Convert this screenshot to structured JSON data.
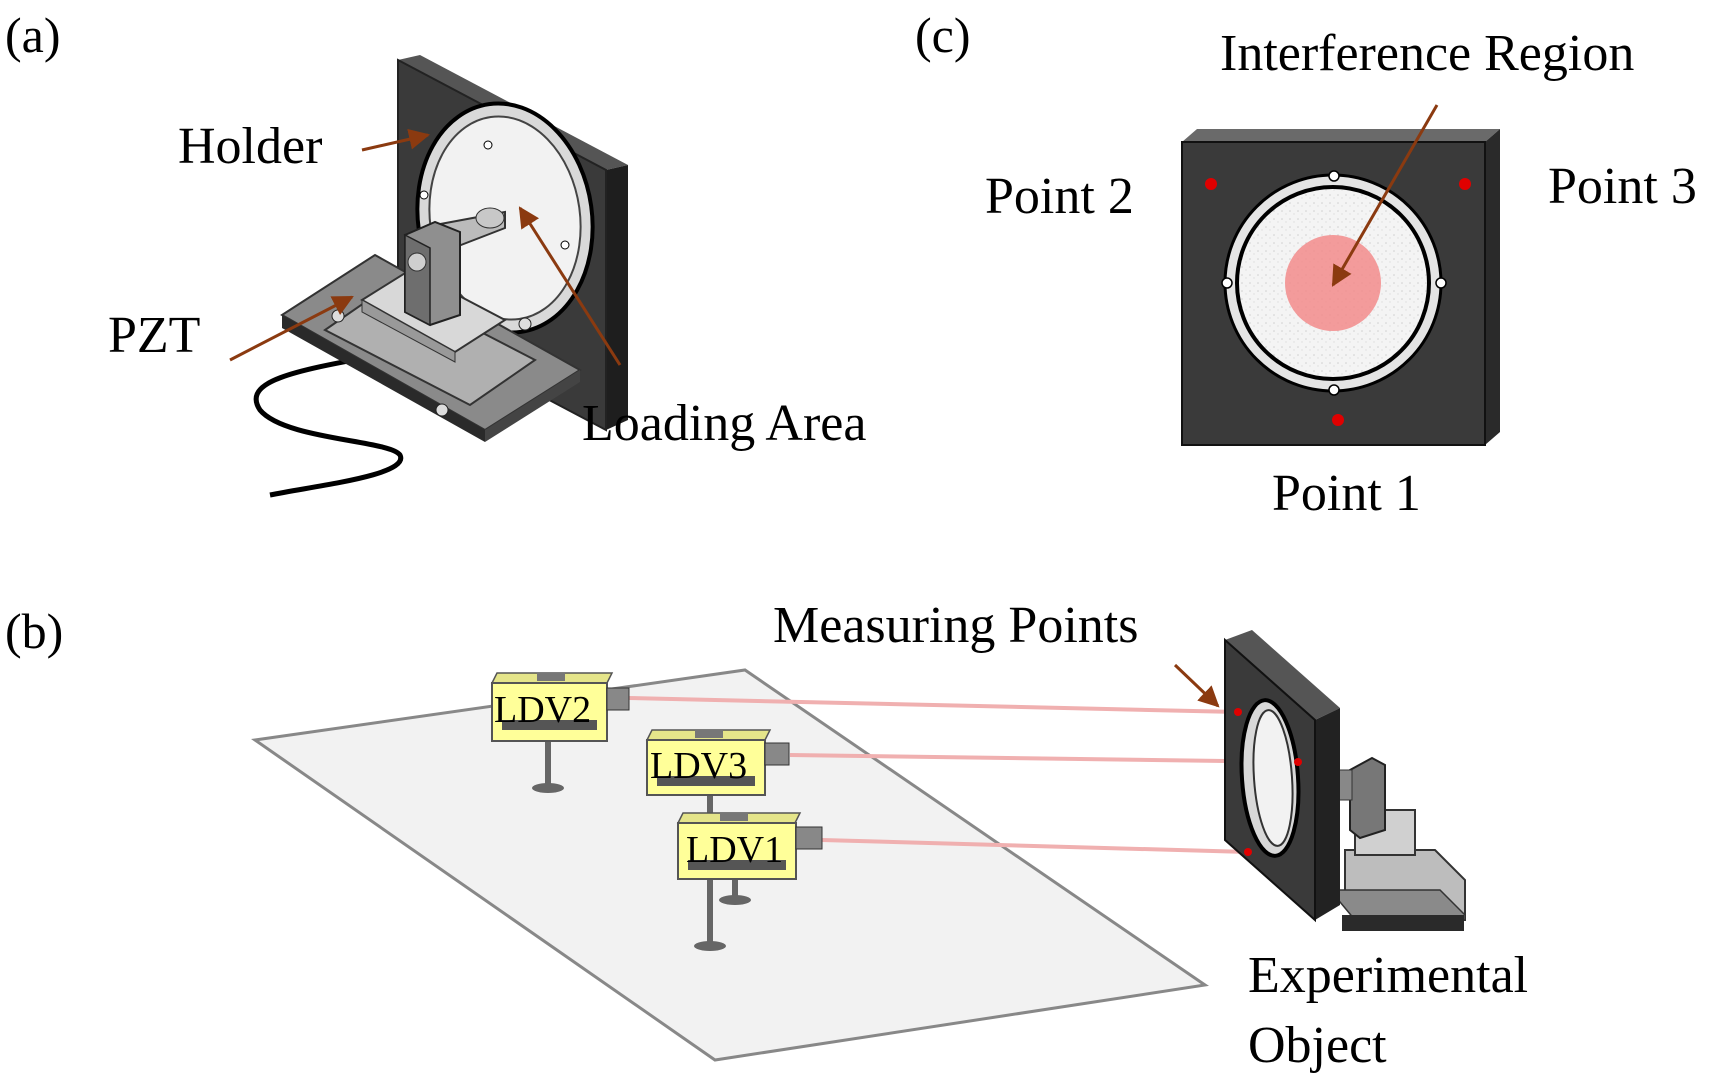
{
  "panels": {
    "a": "(a)",
    "b": "(b)",
    "c": "(c)"
  },
  "panel_a": {
    "holder": "Holder",
    "pzt": "PZT",
    "loading_area": "Loading Area"
  },
  "panel_b": {
    "measuring_points": "Measuring Points",
    "experimental_object_line1": "Experimental",
    "experimental_object_line2": "Object",
    "ldv1": "LDV1",
    "ldv2": "LDV2",
    "ldv3": "LDV3"
  },
  "panel_c": {
    "interference_region": "Interference Region",
    "point1": "Point 1",
    "point2": "Point 2",
    "point3": "Point 3"
  },
  "colors": {
    "holder_dark": "#3a3a3a",
    "holder_side": "#222222",
    "arrow": "#8b3a10",
    "ldv_body": "#ffff99",
    "laser_beam": "#f0b0b0",
    "measure_dot": "#e00000",
    "interference": "#f28b8b",
    "table": "#f2f2f2"
  }
}
